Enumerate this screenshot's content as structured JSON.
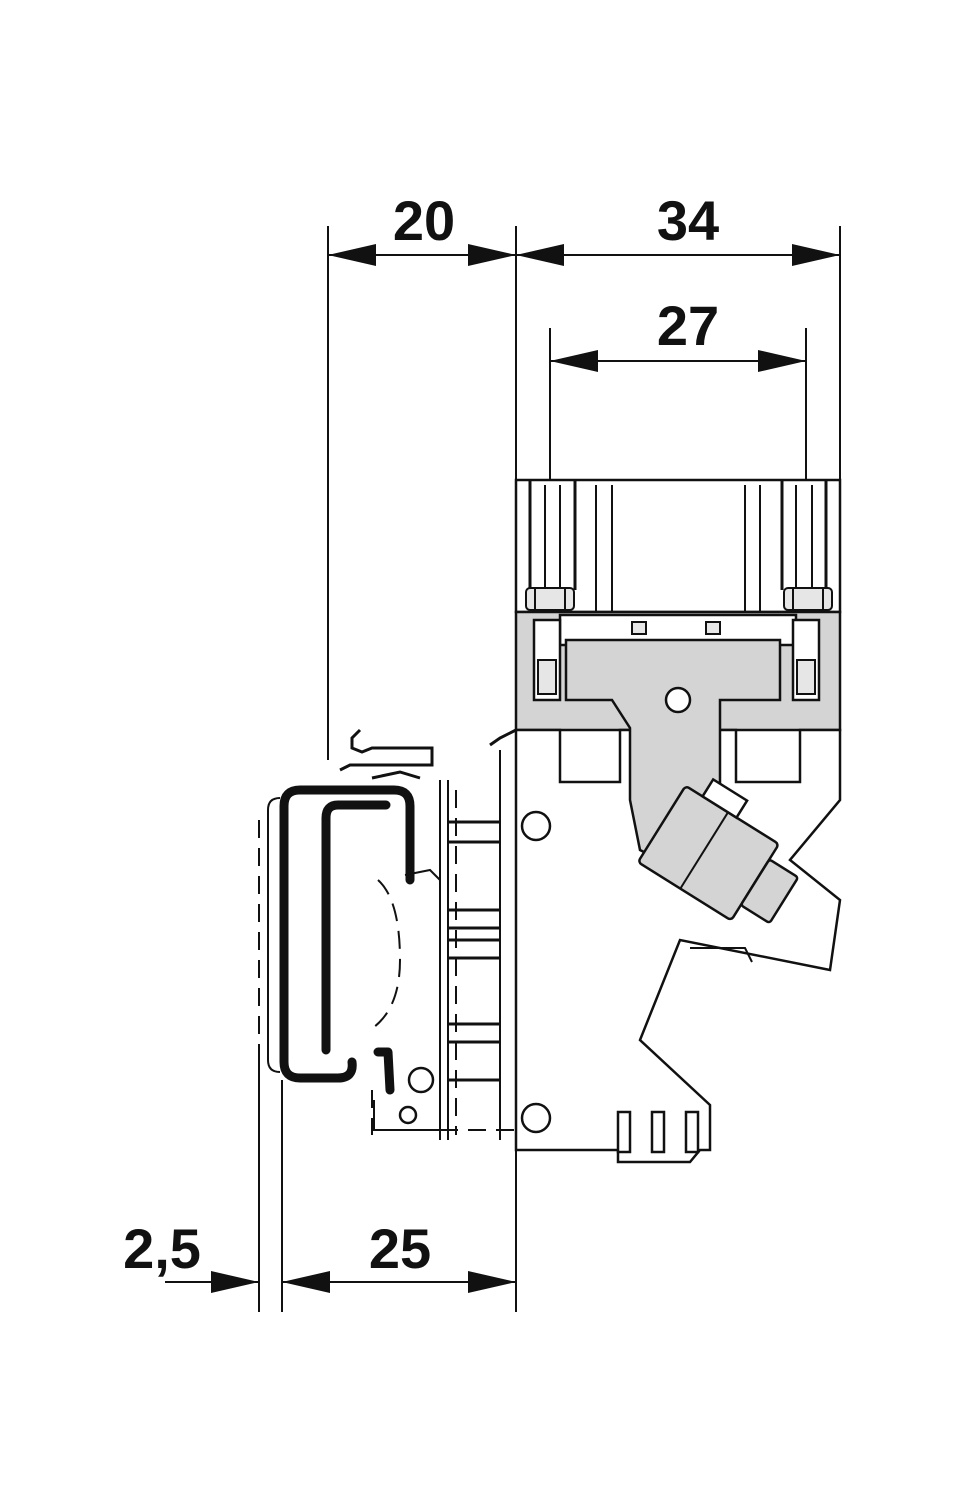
{
  "dimensions": {
    "top_left": "20",
    "top_right": "34",
    "inner": "27",
    "bottom_small": "2,5",
    "bottom_main": "25"
  }
}
